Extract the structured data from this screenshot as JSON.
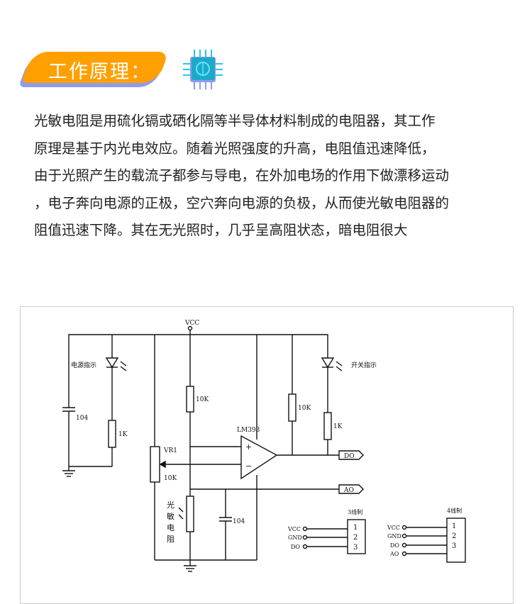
{
  "header": {
    "title": "工作原理：",
    "icon": "ai-chip-icon",
    "accent": "#ffa000",
    "shadow": "#8f9bf0"
  },
  "paragraph": {
    "lines": [
      "光敏电阻是用硫化镉或硒化隔等半导体材料制成的电阻器，其工作",
      "原理是基于内光电效应。随着光照强度的升高，电阻值迅速降低，",
      "由于光照产生的载流子都参与导电，在外加电场的作用下做漂移运动",
      "，电子奔向电源的正极，空穴奔向电源的负极，从而使光敏电阻器的",
      "阻值迅速下降。其在无光照时，几乎呈高阻状态，暗电阻很大"
    ]
  },
  "schematic": {
    "vcc": "VCC",
    "power_led": "电源指示",
    "switch_led": "开关指示",
    "c1": "104",
    "r1": "1K",
    "vr1": "VR1",
    "vr1_val": "10K",
    "r2": "10K",
    "chip": "LM393",
    "r3": "10K",
    "r4": "1K",
    "c2": "104",
    "plus": "+",
    "minus": "−",
    "ldr": [
      "光",
      "敏",
      "电",
      "阻"
    ],
    "do": "DO",
    "ao": "AO",
    "conn3": {
      "title": "3线制",
      "pins": [
        "VCC",
        "GND",
        "DO"
      ],
      "nums": [
        "1",
        "2",
        "3"
      ]
    },
    "conn4": {
      "title": "4线制",
      "pins": [
        "VCC",
        "GND",
        "DO",
        "AO"
      ],
      "nums": [
        "1",
        "2",
        "3"
      ]
    }
  }
}
